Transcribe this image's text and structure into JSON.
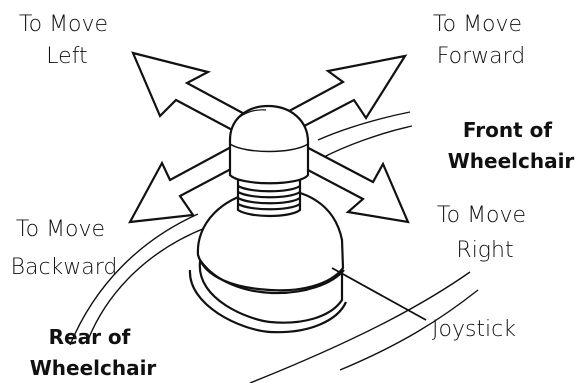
{
  "labels": {
    "move_left": [
      "To Move",
      "Left"
    ],
    "move_forward": [
      "To Move",
      "Forward"
    ],
    "move_backward": [
      "To Move",
      "Backward"
    ],
    "move_right": [
      "To Move",
      "Right"
    ],
    "front": [
      "Front of",
      "Wheelchair"
    ],
    "rear": [
      "Rear of",
      "Wheelchair"
    ],
    "joystick": "Joystick"
  },
  "colors": {
    "ink": "#111111",
    "background": "#ffffff"
  }
}
